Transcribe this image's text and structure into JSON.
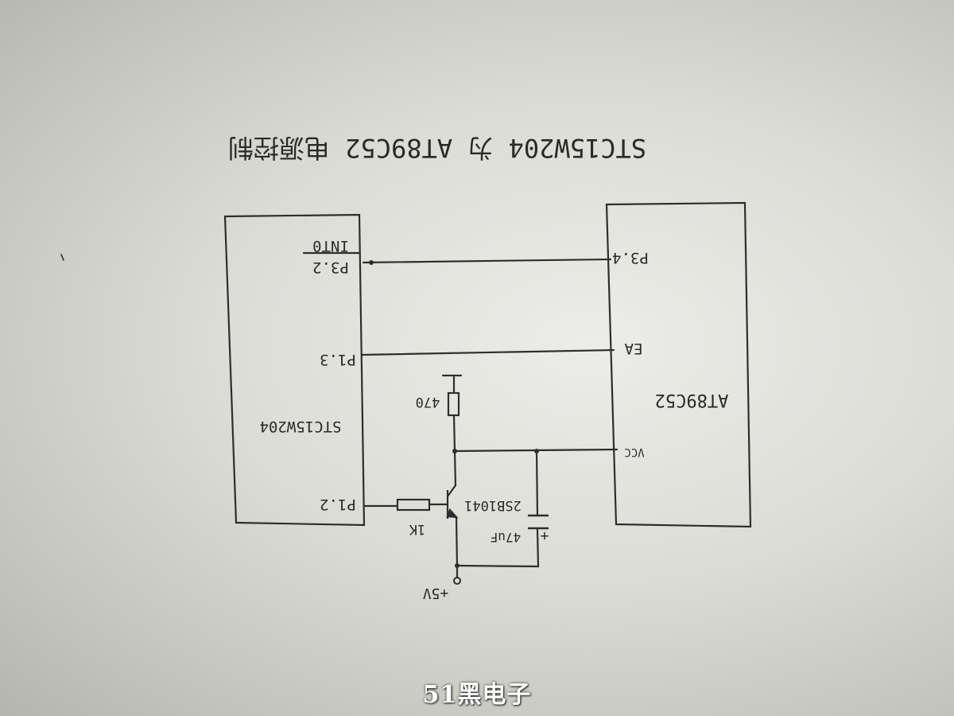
{
  "title": "STC15W204 为 AT89C52 电源控制",
  "chip_left": {
    "name": "STC15W204",
    "pin_p32": "P3.2",
    "pin_int0": "INT0",
    "pin_p13": "P1.3",
    "pin_p12": "P1.2"
  },
  "chip_right": {
    "name": "AT89C52",
    "pin_p34": "P3.4",
    "pin_ea": "EA",
    "pin_vcc": "VCC"
  },
  "components": {
    "resistor_top": "470",
    "resistor_base": "1K",
    "transistor": "2SB1041",
    "capacitor": "47uF",
    "capacitor_plus": "+",
    "supply": "+5V"
  },
  "watermark": "51黑电子"
}
